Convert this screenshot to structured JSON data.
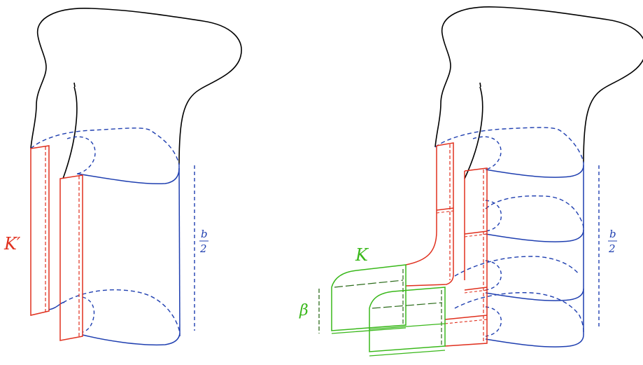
{
  "figure": {
    "left_panel": {
      "label_k_prime": "K′",
      "fraction_numerator": "b",
      "fraction_denominator": "2"
    },
    "right_panel": {
      "label_k": "K",
      "label_beta": "β",
      "fraction_numerator": "b",
      "fraction_denominator": "2"
    },
    "colors": {
      "outline": "#000000",
      "blue": "#1f3fb0",
      "red": "#e0301e",
      "green": "#39b81a"
    }
  }
}
